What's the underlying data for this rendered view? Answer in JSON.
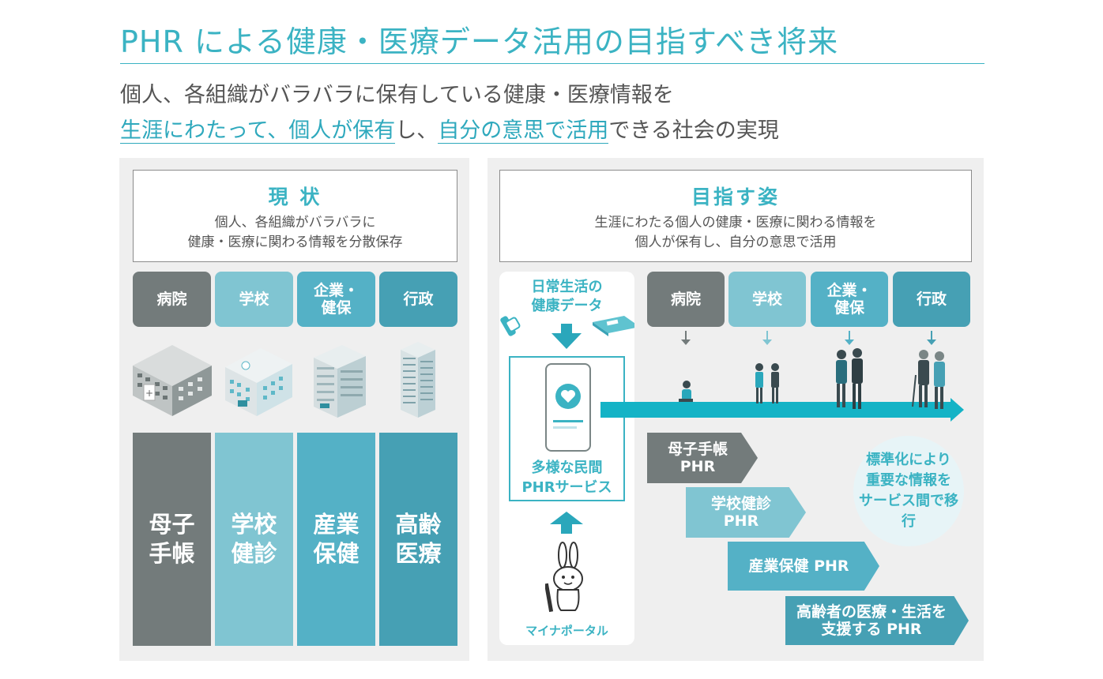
{
  "header": {
    "title": "PHR による健康・医療データ活用の目指すべき将来",
    "subtitle_line1": "個人、各組織がバラバラに保有している健康・医療情報を",
    "subtitle_line2_hl1": "生涯にわたって、個人が保有",
    "subtitle_line2_mid": "し、",
    "subtitle_line2_hl2": "自分の意思で活用",
    "subtitle_line2_end": "できる社会の実現"
  },
  "left": {
    "title": "現 状",
    "desc_line1": "個人、各組織がバラバラに",
    "desc_line2": "健康・医療に関わる情報を分散保存",
    "categories": [
      "病院",
      "学校",
      "企業・\n健保",
      "行政"
    ],
    "columns": [
      "母子\n手帳",
      "学校\n健診",
      "産業\n保健",
      "高齢\n医療"
    ]
  },
  "right": {
    "title": "目指す姿",
    "desc_line1": "生涯にわたる個人の健康・医療に関わる情報を",
    "desc_line2": "個人が保有し、自分の意思で活用",
    "daily_label": "日常生活の\n健康データ",
    "phr_label": "多様な民間\nPHRサービス",
    "mynaportal_label": "マイナポータル",
    "categories": [
      "病院",
      "学校",
      "企業・\n健保",
      "行政"
    ],
    "chevrons": [
      "母子手帳\nPHR",
      "学校健診\nPHR",
      "産業保健 PHR",
      "高齢者の医療・生活を\n支援する PHR"
    ],
    "circle_text": "標準化により\n重要な情報を\nサービス間で移行"
  },
  "colors": {
    "accent": "#3bb3c3",
    "gray": "#737b7b",
    "light_teal": "#80c5d2",
    "teal": "#54b1c6",
    "dark_teal": "#46a0b4"
  }
}
